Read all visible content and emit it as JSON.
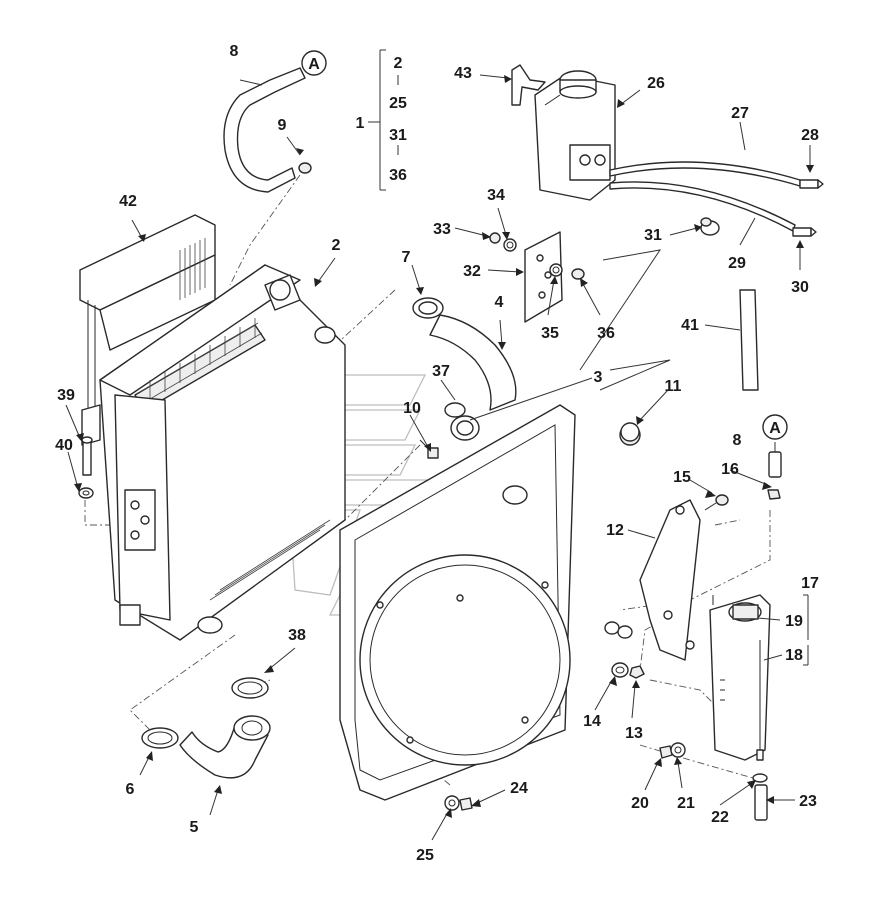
{
  "callouts": {
    "c1": "1",
    "c2": "2",
    "c3": "3",
    "c4": "4",
    "c5": "5",
    "c6": "6",
    "c7": "7",
    "c8": "8",
    "c9": "9",
    "c10": "10",
    "c11": "11",
    "c12": "12",
    "c13": "13",
    "c14": "14",
    "c15": "15",
    "c16": "16",
    "c17": "17",
    "c18": "18",
    "c19": "19",
    "c20": "20",
    "c21": "21",
    "c22": "22",
    "c23": "23",
    "c24": "24",
    "c25": "25",
    "c26": "26",
    "c27": "27",
    "c28": "28",
    "c29": "29",
    "c30": "30",
    "c31": "31",
    "c32": "32",
    "c33": "33",
    "c34": "34",
    "c35": "35",
    "c36": "36",
    "c37": "37",
    "c38": "38",
    "c39": "39",
    "c40": "40",
    "c41": "41",
    "c42": "42",
    "c43": "43"
  },
  "kit_group": {
    "label": "1",
    "items": [
      "2",
      "25",
      "31",
      "36"
    ]
  },
  "group_17": {
    "label": "17",
    "items": [
      "19",
      "18"
    ]
  },
  "second_callouts": {
    "c8b": "8",
    "c25b": "25",
    "c31b": "31",
    "c36b": "36",
    "c2b": "2"
  },
  "connection_marks": {
    "top": "A",
    "right": "A"
  }
}
